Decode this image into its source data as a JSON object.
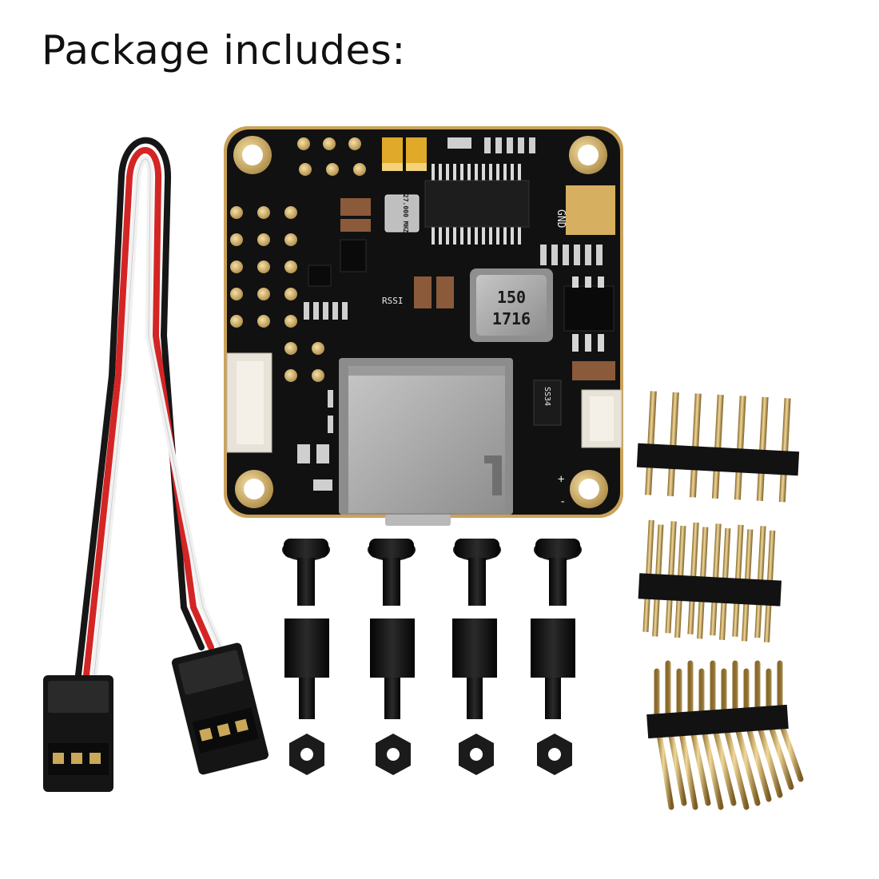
{
  "heading": "Package includes:",
  "board": {
    "inductor_code_line1": "150",
    "inductor_code_line2": "1716",
    "crystal_label": "27.000 MHZ",
    "gnd_label": "GND",
    "rssi_label": "RSSI",
    "diode_label": "SS34",
    "plus_label": "+",
    "minus_label": "-"
  },
  "colors": {
    "pcb": "#111111",
    "gold_pad": "#d8b46a",
    "sd_slot": "#a9a9a9",
    "wire_red": "#d42525",
    "wire_white": "#f4f4f4",
    "wire_black": "#161616",
    "header_plastic": "#141414",
    "pin_gold": "#c9a85a"
  }
}
